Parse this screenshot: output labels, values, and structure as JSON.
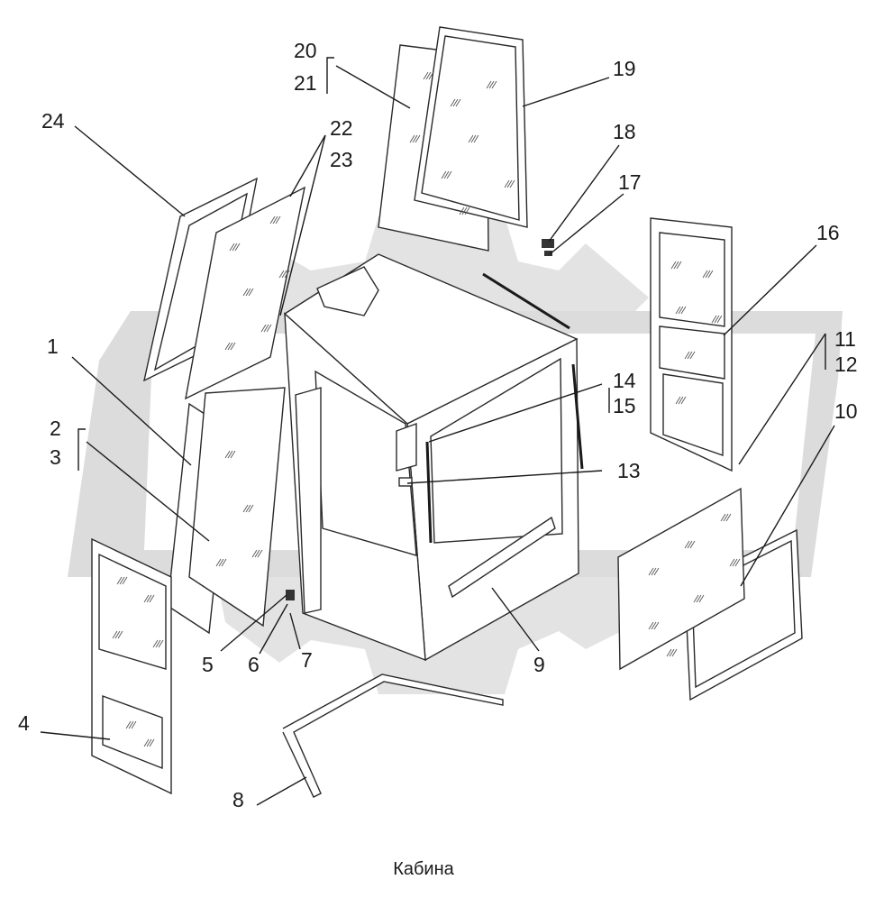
{
  "caption": "Кабина",
  "callouts": [
    {
      "id": "1",
      "text": "1"
    },
    {
      "id": "2",
      "text": "2"
    },
    {
      "id": "3",
      "text": "3"
    },
    {
      "id": "4",
      "text": "4"
    },
    {
      "id": "5",
      "text": "5"
    },
    {
      "id": "6",
      "text": "6"
    },
    {
      "id": "7",
      "text": "7"
    },
    {
      "id": "8",
      "text": "8"
    },
    {
      "id": "9",
      "text": "9"
    },
    {
      "id": "10",
      "text": "10"
    },
    {
      "id": "11",
      "text": "11"
    },
    {
      "id": "12",
      "text": "12"
    },
    {
      "id": "13",
      "text": "13"
    },
    {
      "id": "14",
      "text": "14"
    },
    {
      "id": "15",
      "text": "15"
    },
    {
      "id": "16",
      "text": "16"
    },
    {
      "id": "17",
      "text": "17"
    },
    {
      "id": "18",
      "text": "18"
    },
    {
      "id": "19",
      "text": "19"
    },
    {
      "id": "20",
      "text": "20"
    },
    {
      "id": "21",
      "text": "21"
    },
    {
      "id": "22",
      "text": "22"
    },
    {
      "id": "23",
      "text": "23"
    },
    {
      "id": "24",
      "text": "24"
    }
  ],
  "colors": {
    "line": "#1a1a1a",
    "watermark": "#dcdcdc",
    "background": "#ffffff"
  }
}
